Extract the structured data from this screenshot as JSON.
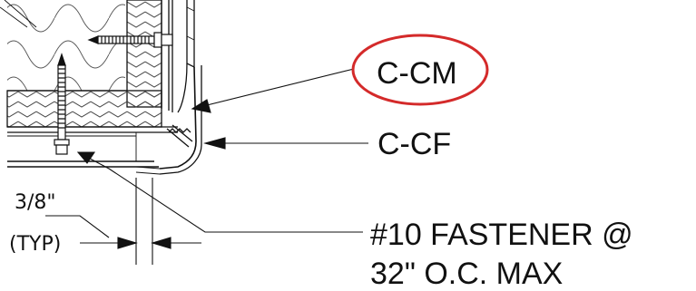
{
  "callouts": {
    "cm": "C-CM",
    "cf": "C-CF",
    "fastener_line1": "#10 FASTENER @",
    "fastener_line2": "32\" O.C. MAX"
  },
  "dimension": {
    "value": "3/8\"",
    "note": "(TYP)"
  },
  "colors": {
    "highlight": "#d42a2a",
    "ink": "#111111"
  }
}
